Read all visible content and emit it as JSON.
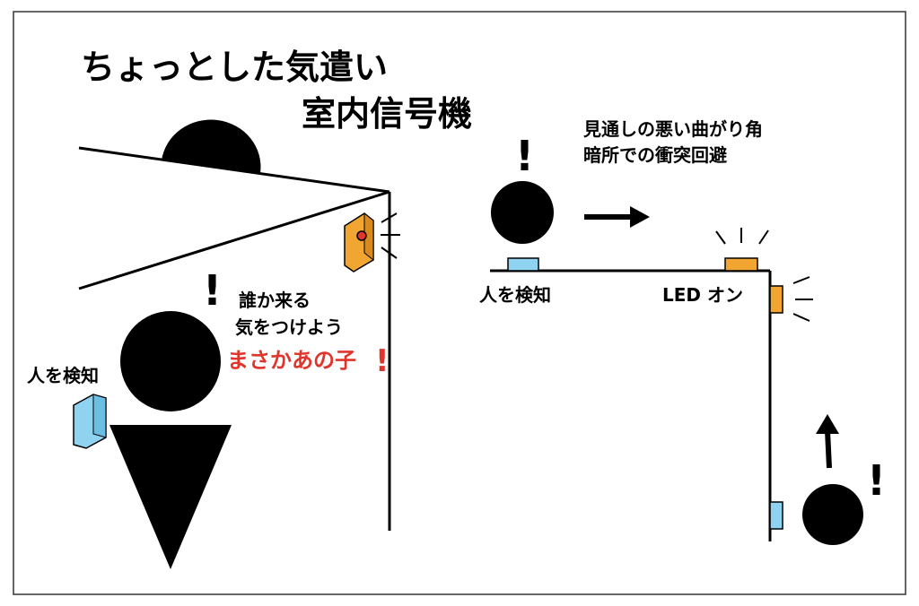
{
  "title": {
    "line1": "ちょっとした気遣い",
    "line2": "室内信号機"
  },
  "left_scene": {
    "speech_line1": "誰か来る",
    "speech_line2": "気をつけよう",
    "surprise": "まさかあの子",
    "surprise_mark": "!",
    "sensor_label": "人を検知",
    "exclaim": "!"
  },
  "right_scene": {
    "desc_line1": "見通しの悪い曲がり角",
    "desc_line2": "暗所での衝突回避",
    "sensor_label": "人を検知",
    "led_label": "LED オン",
    "exclaim_top": "!",
    "exclaim_bottom": "!"
  },
  "colors": {
    "sensor_blue": "#8fd3f0",
    "led_orange": "#f2a631",
    "alert_red": "#e0352b",
    "ink": "#000000"
  }
}
